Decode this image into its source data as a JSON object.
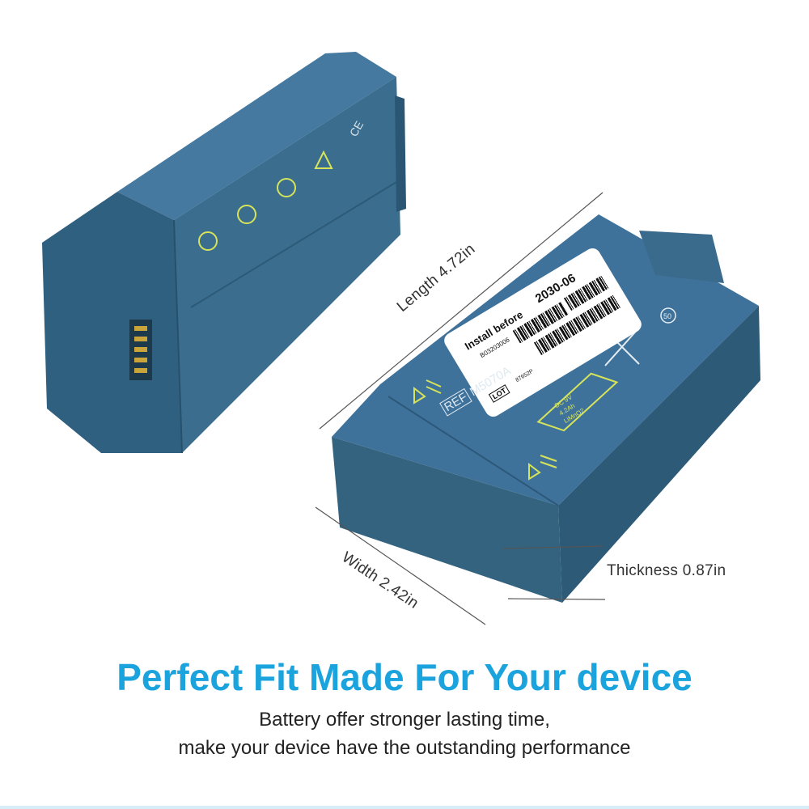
{
  "product": {
    "label": {
      "install_before_label": "Install before",
      "install_before_date": "2030-06",
      "serial": "B03203006",
      "lot_label": "LOT",
      "lot_code": "87652P"
    },
    "ref_label": "REF",
    "model": "M5070A",
    "battery_specs": {
      "voltage": "DC 9V",
      "capacity": "4.2Ah",
      "chemistry": "LiMnO2"
    },
    "badge_number": "50",
    "ce_mark": "CE"
  },
  "dimensions": {
    "length": "Length 4.72in",
    "width": "Width 2.42in",
    "thickness": "Thickness 0.87in"
  },
  "headline": "Perfect Fit Made For Your device",
  "subtitle_lines": [
    "Battery offer stronger lasting time,",
    "make your device have the outstanding performance"
  ],
  "colors": {
    "accent": "#1ba3dd",
    "battery": "#3a6d8e",
    "marking": "#d7e45a"
  }
}
